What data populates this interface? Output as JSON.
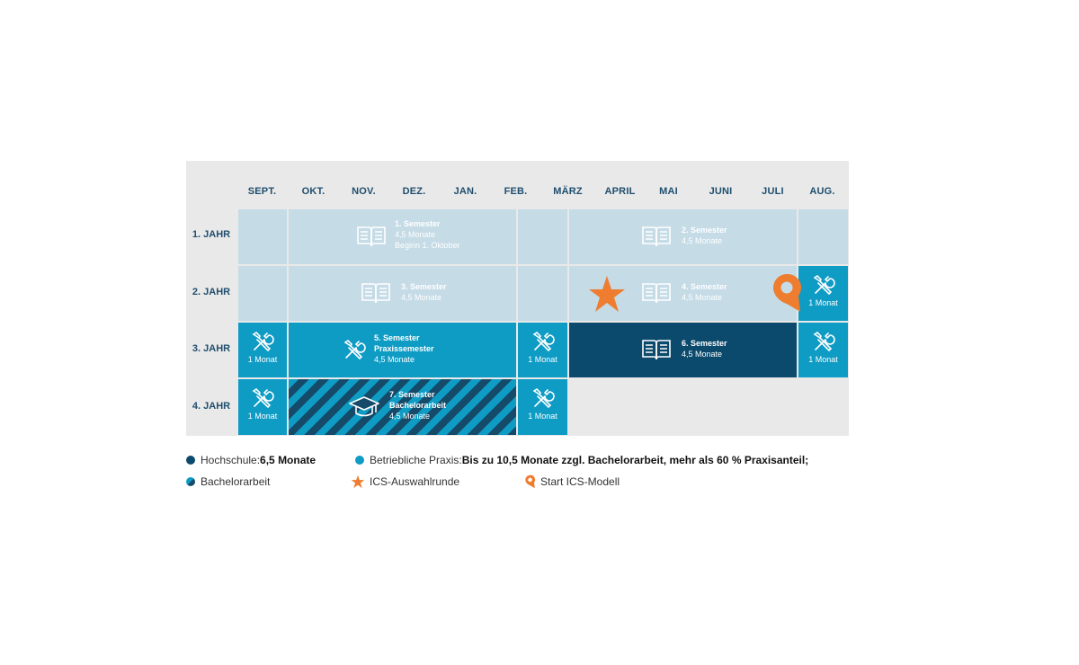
{
  "months": [
    "SEPT.",
    "OKT.",
    "NOV.",
    "DEZ.",
    "JAN.",
    "FEB.",
    "MÄRZ",
    "APRIL",
    "MAI",
    "JUNI",
    "JULI",
    "AUG."
  ],
  "years": [
    "1. JAHR",
    "2. JAHR",
    "3. JAHR",
    "4. JAHR"
  ],
  "semesters": {
    "s1": {
      "title": "1. Semester",
      "duration": "4,5 Monate",
      "note": "Beginn 1. Oktober"
    },
    "s2": {
      "title": "2. Semester",
      "duration": "4,5 Monate"
    },
    "s3": {
      "title": "3. Semester",
      "duration": "4,5 Monate"
    },
    "s4": {
      "title": "4. Semester",
      "duration": "4,5 Monate"
    },
    "s5": {
      "title": "5. Semester",
      "subtitle": "Praxissemester",
      "duration": "4,5 Monate"
    },
    "s6": {
      "title": "6. Semester",
      "duration": "4,5 Monate"
    },
    "s7": {
      "title": "7. Semester",
      "subtitle": "Bachelorarbeit",
      "duration": "4,5 Monate"
    }
  },
  "praxis_label": "1 Monat",
  "legend": {
    "hochschule_label": "Hochschule: ",
    "hochschule_value": "6,5 Monate",
    "praxis_label": "Betriebliche Praxis: ",
    "praxis_value": "Bis zu 10,5 Monate zzgl. Bachelorarbeit, mehr als 60 % Praxisanteil;",
    "bachelor_label": "Bachelorarbeit",
    "ics_auswahl_label": "ICS-Auswahlrunde",
    "ics_start_label": "Start ICS-Modell"
  },
  "colors": {
    "light": "#c5dbe6",
    "praxis": "#0e9bc4",
    "hochschule": "#0b4a6c",
    "accent_orange": "#ee7d2f",
    "header_text": "#1f4e6e"
  },
  "icons": {
    "study": "open-book-icon",
    "practice": "tools-icon",
    "thesis": "graduation-cap-icon",
    "selection": "star-icon",
    "start": "map-pin-icon"
  }
}
